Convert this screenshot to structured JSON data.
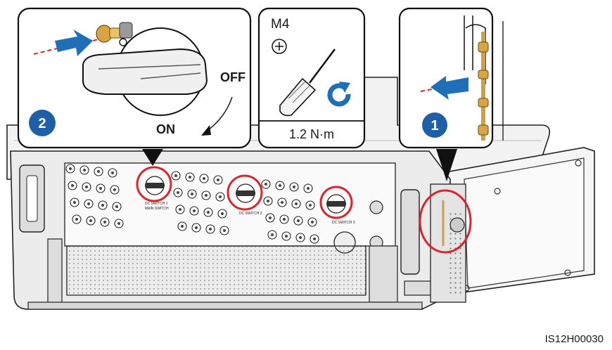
{
  "callouts": {
    "switch_detail": {
      "step": "2",
      "on_label": "ON",
      "off_label": "OFF"
    },
    "tool_detail": {
      "screw_spec": "M4",
      "torque": "1.2 N·m",
      "tool_icon": "phillips-screwdriver-icon"
    },
    "cover_detail": {
      "step": "1"
    }
  },
  "panel_labels": {
    "switch1": "DC SWITCH 1",
    "main_switch": "MAIN SWITCH",
    "switch2": "DC SWITCH 2",
    "switch3": "DC SWITCH 3"
  },
  "figure_id": "IS12H00030",
  "colors": {
    "highlight_red": "#d7262e",
    "step_blue": "#1f5fa8",
    "action_arrow_blue": "#1f6fb8",
    "line": "#222222"
  }
}
